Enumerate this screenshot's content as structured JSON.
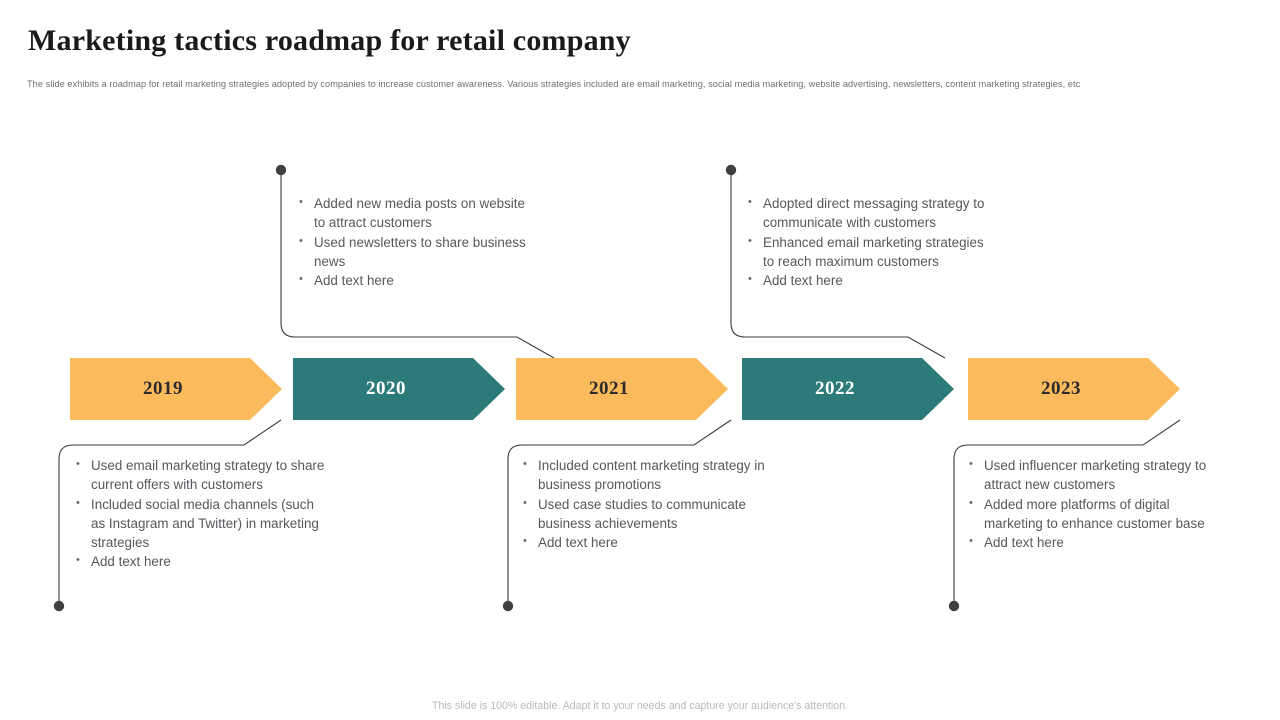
{
  "header": {
    "title": "Marketing tactics roadmap for retail company",
    "subtitle": "The slide exhibits a roadmap for retail marketing strategies adopted by companies to increase customer awareness. Various strategies included are email marketing, social media marketing, website advertising, newsletters, content marketing strategies, etc"
  },
  "colors": {
    "orange": "#fbba5c",
    "teal": "#2d7a7a",
    "connector": "#3a3a3a",
    "body_text": "#55585c",
    "title_text": "#1a1a1a",
    "footer_text": "#b9b9b9"
  },
  "timeline": {
    "milestones": [
      {
        "year": "2019",
        "color": "orange",
        "callout_position": "bottom"
      },
      {
        "year": "2020",
        "color": "teal",
        "callout_position": "top"
      },
      {
        "year": "2021",
        "color": "orange",
        "callout_position": "bottom"
      },
      {
        "year": "2022",
        "color": "teal",
        "callout_position": "top"
      },
      {
        "year": "2023",
        "color": "orange",
        "callout_position": "bottom"
      }
    ]
  },
  "callouts": {
    "y2019": {
      "year": "2019",
      "items": [
        "Used email marketing strategy to share current offers with customers",
        "Included social media channels (such as Instagram and Twitter) in marketing strategies",
        "Add text here"
      ]
    },
    "y2020": {
      "year": "2020",
      "items": [
        "Added new media posts on website to attract customers",
        "Used newsletters to share business news",
        "Add text here"
      ]
    },
    "y2021": {
      "year": "2021",
      "items": [
        "Included content marketing strategy in business promotions",
        "Used case studies to communicate business achievements",
        "Add text here"
      ]
    },
    "y2022": {
      "year": "2022",
      "items": [
        "Adopted direct messaging strategy to communicate with customers",
        "Enhanced email marketing strategies to reach maximum customers",
        "Add text here"
      ]
    },
    "y2023": {
      "year": "2023",
      "items": [
        "Used influencer marketing strategy to attract new customers",
        "Added more platforms of digital marketing to enhance customer base",
        "Add text here"
      ]
    }
  },
  "footer": {
    "note": "This slide is 100% editable. Adapt it to your needs and capture your audience's attention."
  }
}
